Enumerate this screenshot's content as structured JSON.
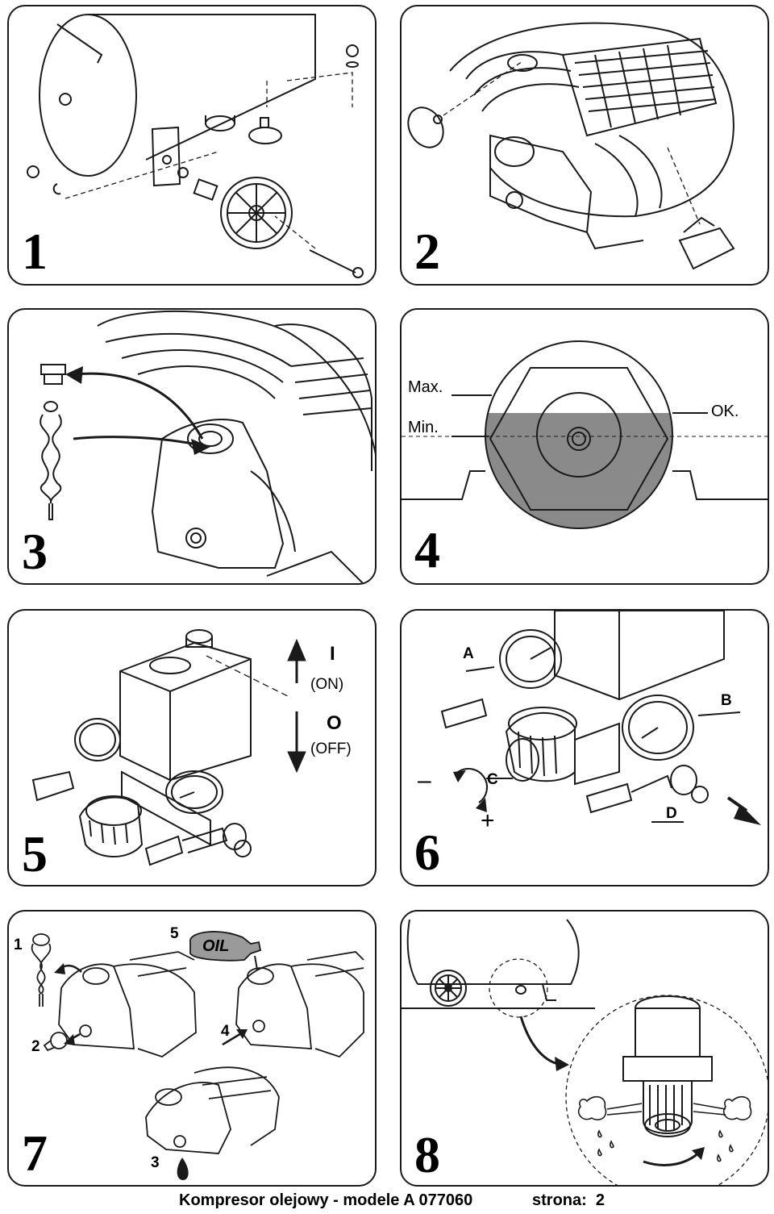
{
  "panels": [
    {
      "number": "1"
    },
    {
      "number": "2"
    },
    {
      "number": "3"
    },
    {
      "number": "4",
      "labels": {
        "max": "Max.",
        "min": "Min.",
        "ok": "OK."
      }
    },
    {
      "number": "5",
      "labels": {
        "on_symbol": "I",
        "on_text": "(ON)",
        "off_symbol": "O",
        "off_text": "(OFF)"
      }
    },
    {
      "number": "6",
      "labels": {
        "a": "A",
        "b": "B",
        "c": "C",
        "d": "D",
        "minus": "–",
        "plus": "+"
      }
    },
    {
      "number": "7",
      "labels": {
        "step1": "1",
        "step2": "2",
        "step3": "3",
        "step4": "4",
        "step5": "5",
        "oil": "OIL"
      }
    },
    {
      "number": "8"
    }
  ],
  "footer": {
    "title": "Kompresor olejowy - modele A 077060",
    "page": "strona:  2"
  },
  "colors": {
    "line": "#1a1a1a",
    "oil": "#8a8a8a",
    "oil_bottle": "#9a9a9a"
  }
}
